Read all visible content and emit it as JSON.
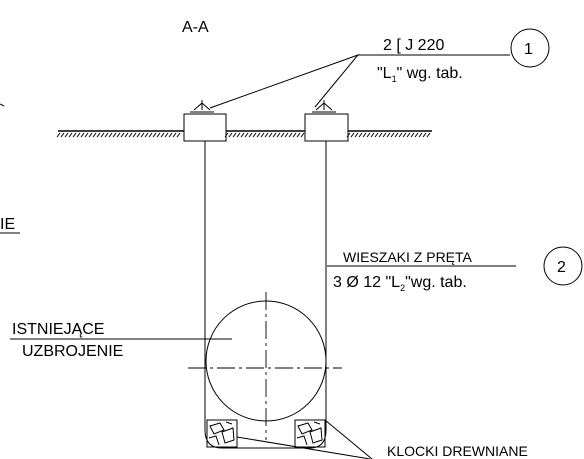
{
  "section_label": "A-A",
  "callouts": [
    {
      "number": "1",
      "line1": "2 [ J 220",
      "line2_prefix": "\"L",
      "line2_sub": "1",
      "line2_suffix": "\" wg. tab."
    },
    {
      "number": "2",
      "line1": "WIESZAKI Z PRĘTA",
      "line2_prefix": "3 Ø 12  \"L",
      "line2_sub": "2",
      "line2_suffix": "\"wg. tab."
    }
  ],
  "left_labels": {
    "fragment": "IE",
    "existing_line1": "ISTNIEJĄCE",
    "existing_line2": "UZBROJENIE"
  },
  "bottom_label": "KLOCKI DREWNIANE"
}
